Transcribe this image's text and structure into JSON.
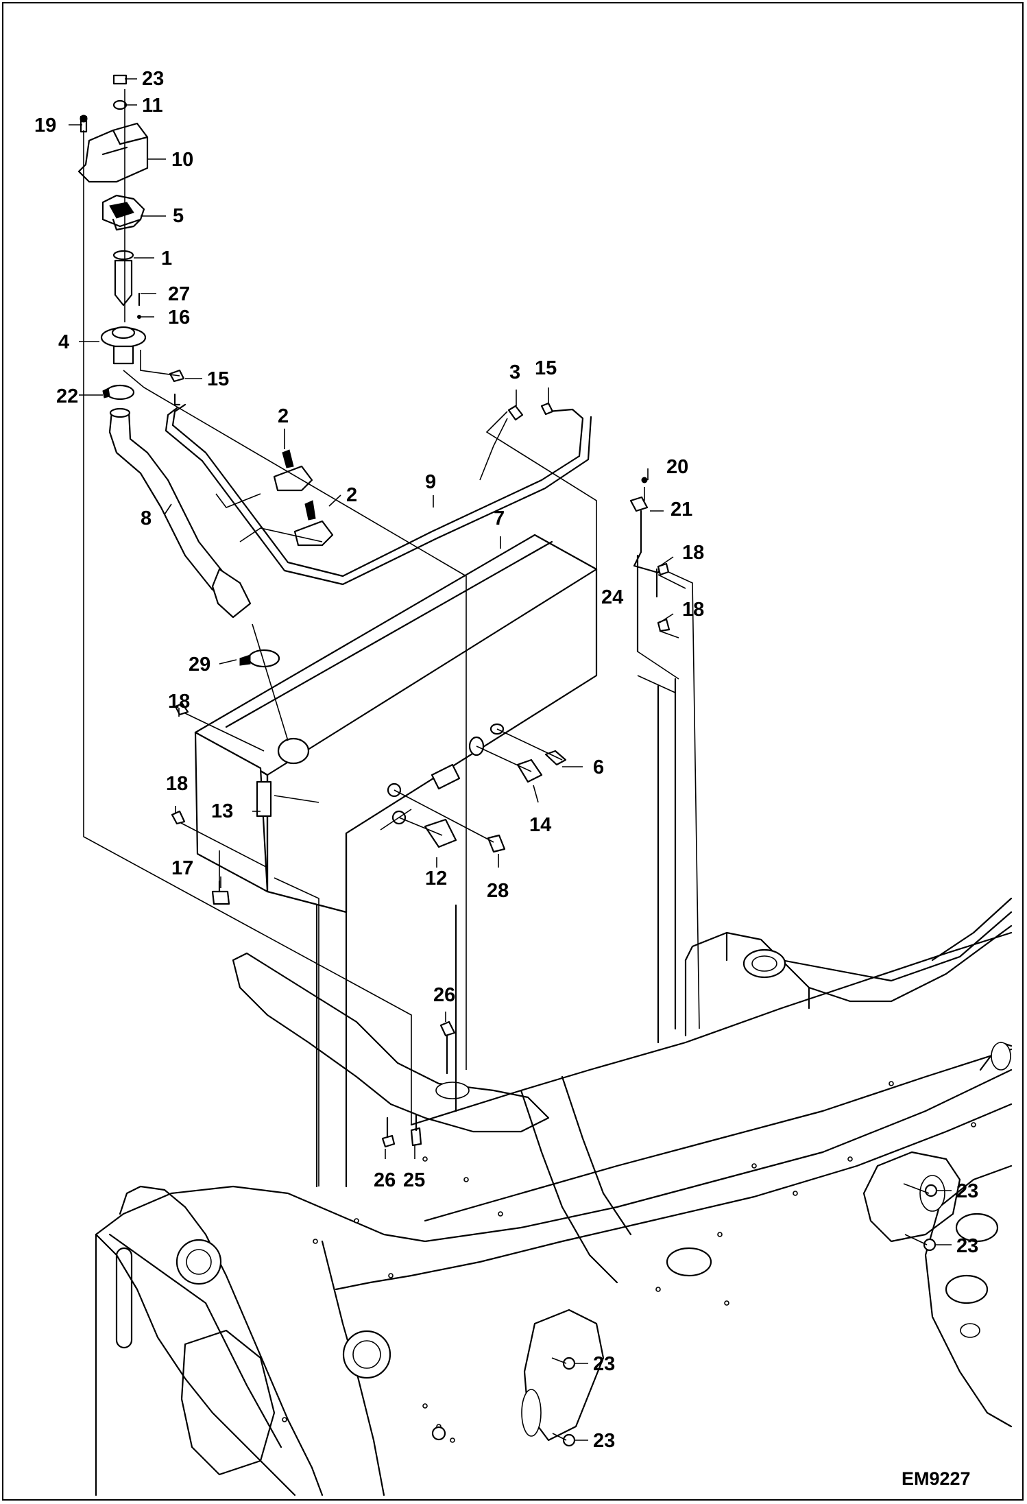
{
  "drawing_code": "EM9227",
  "callouts": [
    {
      "num": "23"
    },
    {
      "num": "11"
    },
    {
      "num": "19"
    },
    {
      "num": "10"
    },
    {
      "num": "5"
    },
    {
      "num": "1"
    },
    {
      "num": "27"
    },
    {
      "num": "16"
    },
    {
      "num": "4"
    },
    {
      "num": "15"
    },
    {
      "num": "22"
    },
    {
      "num": "3"
    },
    {
      "num": "15"
    },
    {
      "num": "2"
    },
    {
      "num": "2"
    },
    {
      "num": "9"
    },
    {
      "num": "8"
    },
    {
      "num": "7"
    },
    {
      "num": "20"
    },
    {
      "num": "21"
    },
    {
      "num": "18"
    },
    {
      "num": "24"
    },
    {
      "num": "18"
    },
    {
      "num": "29"
    },
    {
      "num": "18"
    },
    {
      "num": "6"
    },
    {
      "num": "13"
    },
    {
      "num": "14"
    },
    {
      "num": "18"
    },
    {
      "num": "17"
    },
    {
      "num": "12"
    },
    {
      "num": "28"
    },
    {
      "num": "26"
    },
    {
      "num": "26"
    },
    {
      "num": "25"
    },
    {
      "num": "23"
    },
    {
      "num": "23"
    },
    {
      "num": "23"
    },
    {
      "num": "23"
    }
  ]
}
